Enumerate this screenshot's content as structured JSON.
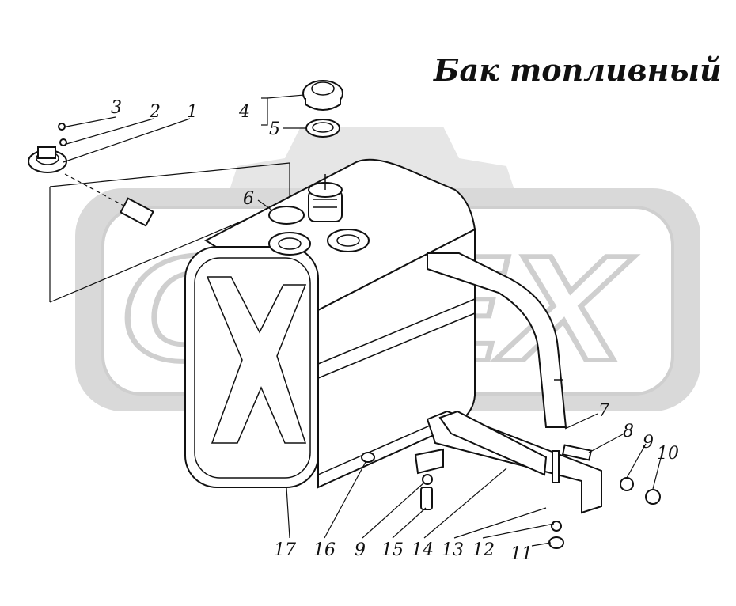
{
  "title": "Бак топливный",
  "watermark": {
    "text": "OPEX",
    "color": "#d6d6d6"
  },
  "callouts": [
    {
      "id": "1",
      "label": "1"
    },
    {
      "id": "2",
      "label": "2"
    },
    {
      "id": "3",
      "label": "3"
    },
    {
      "id": "4",
      "label": "4"
    },
    {
      "id": "5",
      "label": "5"
    },
    {
      "id": "6",
      "label": "6"
    },
    {
      "id": "7",
      "label": "7"
    },
    {
      "id": "8",
      "label": "8"
    },
    {
      "id": "9a",
      "label": "9"
    },
    {
      "id": "10",
      "label": "10"
    },
    {
      "id": "17",
      "label": "17"
    },
    {
      "id": "16",
      "label": "16"
    },
    {
      "id": "9b",
      "label": "9"
    },
    {
      "id": "15",
      "label": "15"
    },
    {
      "id": "14",
      "label": "14"
    },
    {
      "id": "13",
      "label": "13"
    },
    {
      "id": "12",
      "label": "12"
    },
    {
      "id": "11",
      "label": "11"
    }
  ]
}
